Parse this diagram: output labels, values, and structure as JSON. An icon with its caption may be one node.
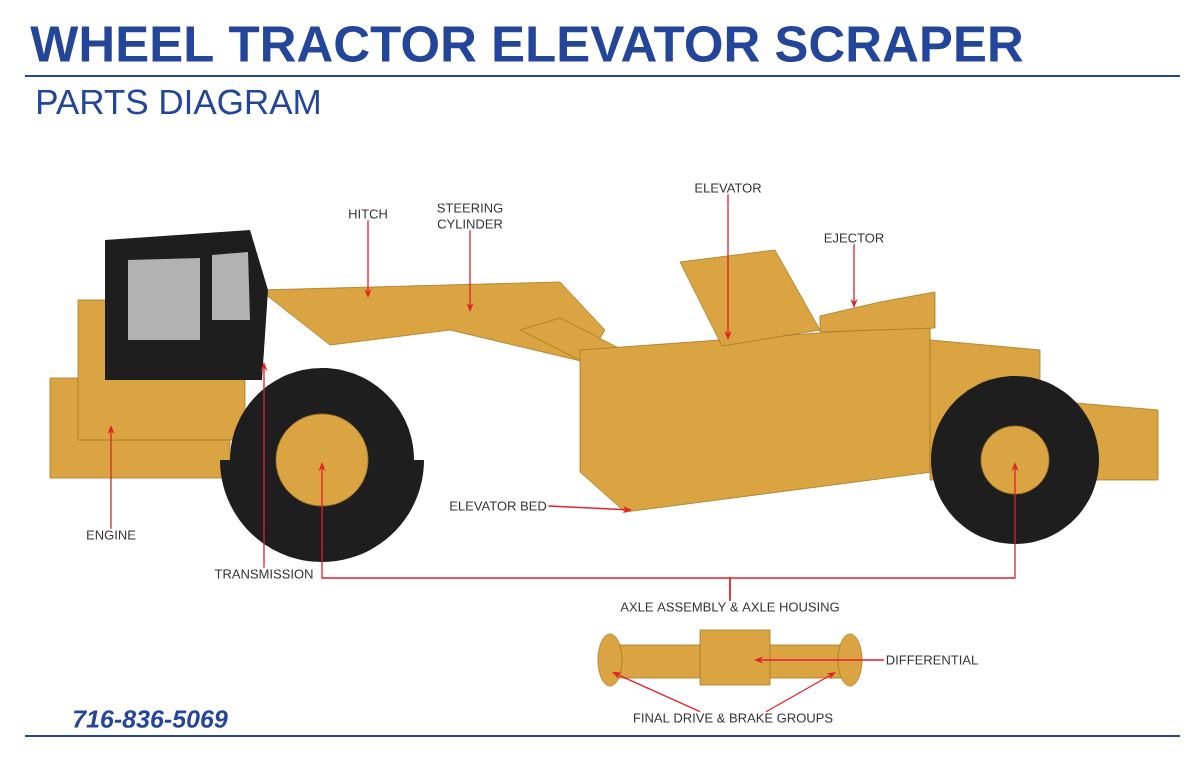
{
  "diagram": {
    "title": "WHEEL TRACTOR ELEVATOR SCRAPER",
    "nodes": [
      {
        "text": [
          "HITCH"
        ]
      },
      {
        "text": [
          "STEERING CYLINDER"
        ]
      },
      {
        "text": [
          "ELEVATOR"
        ]
      },
      {
        "text": [
          "EJECTOR"
        ]
      },
      {
        "text": [
          "ENGINE"
        ]
      },
      {
        "text": [
          "TRANSMISSION"
        ]
      },
      {
        "text": [
          "ELEVATOR BED"
        ]
      },
      {
        "text": [
          "AXLE ASSEMBLY & AXLE HOUSING"
        ]
      },
      {
        "text": [
          "DIFFERENTIAL"
        ]
      },
      {
        "text": [
          "FINAL DRIVE & BRAKE GROUPS"
        ]
      }
    ],
    "edges": [
      {
        "from": 0,
        "to": null,
        "arrow": "to"
      },
      {
        "from": 1,
        "to": null,
        "arrow": "to"
      },
      {
        "from": 2,
        "to": null,
        "arrow": "to"
      },
      {
        "from": 3,
        "to": null,
        "arrow": "to"
      },
      {
        "from": 4,
        "to": null,
        "arrow": "to"
      },
      {
        "from": 5,
        "to": null,
        "arrow": "to"
      },
      {
        "from": 6,
        "to": null,
        "arrow": "to"
      },
      {
        "from": 7,
        "to": null,
        "arrow": "to"
      },
      {
        "from": 7,
        "to": null,
        "arrow": "to"
      },
      {
        "from": 8,
        "to": null,
        "arrow": "to"
      },
      {
        "from": 9,
        "to": null,
        "arrow": "to"
      },
      {
        "from": 9,
        "to": null,
        "arrow": "to"
      }
    ],
    "labels": [
      "PARTS DIAGRAM",
      "716-836-5069"
    ]
  }
}
